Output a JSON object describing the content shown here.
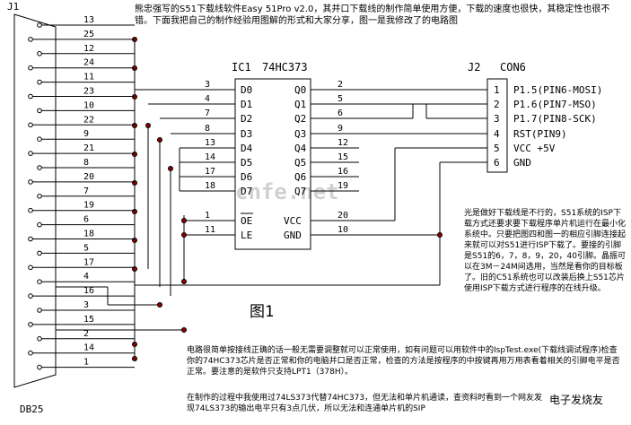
{
  "j1": {
    "label": "J1",
    "type": "DB25",
    "pins": [
      {
        "n": "13"
      },
      {
        "n": "25"
      },
      {
        "n": "12"
      },
      {
        "n": "24"
      },
      {
        "n": "11"
      },
      {
        "n": "23"
      },
      {
        "n": "10"
      },
      {
        "n": "22"
      },
      {
        "n": "9"
      },
      {
        "n": "21"
      },
      {
        "n": "8"
      },
      {
        "n": "20"
      },
      {
        "n": "7"
      },
      {
        "n": "19"
      },
      {
        "n": "6"
      },
      {
        "n": "18"
      },
      {
        "n": "5"
      },
      {
        "n": "17"
      },
      {
        "n": "4"
      },
      {
        "n": "16"
      },
      {
        "n": "3"
      },
      {
        "n": "15"
      },
      {
        "n": "2"
      },
      {
        "n": "14"
      },
      {
        "n": "1"
      }
    ]
  },
  "ic1": {
    "ref": "IC1",
    "part": "74HC373",
    "left_pins": [
      {
        "num": "3",
        "name": "D0"
      },
      {
        "num": "4",
        "name": "D1"
      },
      {
        "num": "7",
        "name": "D2"
      },
      {
        "num": "8",
        "name": "D3"
      },
      {
        "num": "13",
        "name": "D4"
      },
      {
        "num": "14",
        "name": "D5"
      },
      {
        "num": "17",
        "name": "D6"
      },
      {
        "num": "18",
        "name": "D7"
      },
      {
        "num": "1",
        "name": "OE"
      },
      {
        "num": "11",
        "name": "LE"
      }
    ],
    "right_pins": [
      {
        "num": "2",
        "name": "Q0"
      },
      {
        "num": "5",
        "name": "Q1"
      },
      {
        "num": "6",
        "name": "Q2"
      },
      {
        "num": "9",
        "name": "Q3"
      },
      {
        "num": "12",
        "name": "Q4"
      },
      {
        "num": "15",
        "name": "Q5"
      },
      {
        "num": "16",
        "name": "Q6"
      },
      {
        "num": "19",
        "name": "Q7"
      },
      {
        "num": "20",
        "name": "VCC"
      },
      {
        "num": "10",
        "name": "GND"
      }
    ]
  },
  "j2": {
    "ref": "J2",
    "part": "CON6",
    "pins": [
      {
        "num": "1",
        "label": "P1.5(PIN6-MOSI)"
      },
      {
        "num": "2",
        "label": "P1.6(PIN7-MSO)"
      },
      {
        "num": "3",
        "label": "P1.7(PIN8-SCK)"
      },
      {
        "num": "4",
        "label": "RST(PIN9)"
      },
      {
        "num": "5",
        "label": "VCC +5V"
      },
      {
        "num": "6",
        "label": "GND"
      }
    ]
  },
  "figure_label": "图1",
  "watermark": "cnfe.net",
  "top_note": "熊忠强写的S51下载线软件Easy 51Pro v2.0，其并口下载线的制作简单使用方便，下载的速度也很快，其稳定性也很不错。下面我把自己的制作经验用图解的形式和大家分享，图一是我修改了的电路图",
  "side_note": "光是做好下载线是不行的，S51系统的ISP下载方式还要求要下载程序单片机运行在最小化系统中。只要把图四和图一的相应引脚连接起来就可以对S51进行ISP下载了。要接的引脚是S51的6，7，8，9，20，40引脚。晶振可以在3M－24M间选用，当然是看你的目标板了。旧的C51系统也可以改装后换上S51芯片使用ISP下载方式进行程序的在线升级。",
  "bottom_note_1": "电路很简单按接线正确的话一般无需要调整就可以正常使用，如有问题可以用软件中的IspTest.exe(下载线调试程序)检查你的74HC373芯片是否正常和你的电脑并口是否正常，检查的方法是按程序的中按键再用万用表看着相关的引脚电平是否正常。要注意的是软件只支持LPT1（378H）。",
  "bottom_note_2": "在制作的过程中我使用过74LS373代替74HC373，但无法和单片机通读，查资料时看到一个网友发现74LS373的输出电平只有3点几伏，所以无法和连通单片机的SIP",
  "logo_text": "电子发烧友"
}
